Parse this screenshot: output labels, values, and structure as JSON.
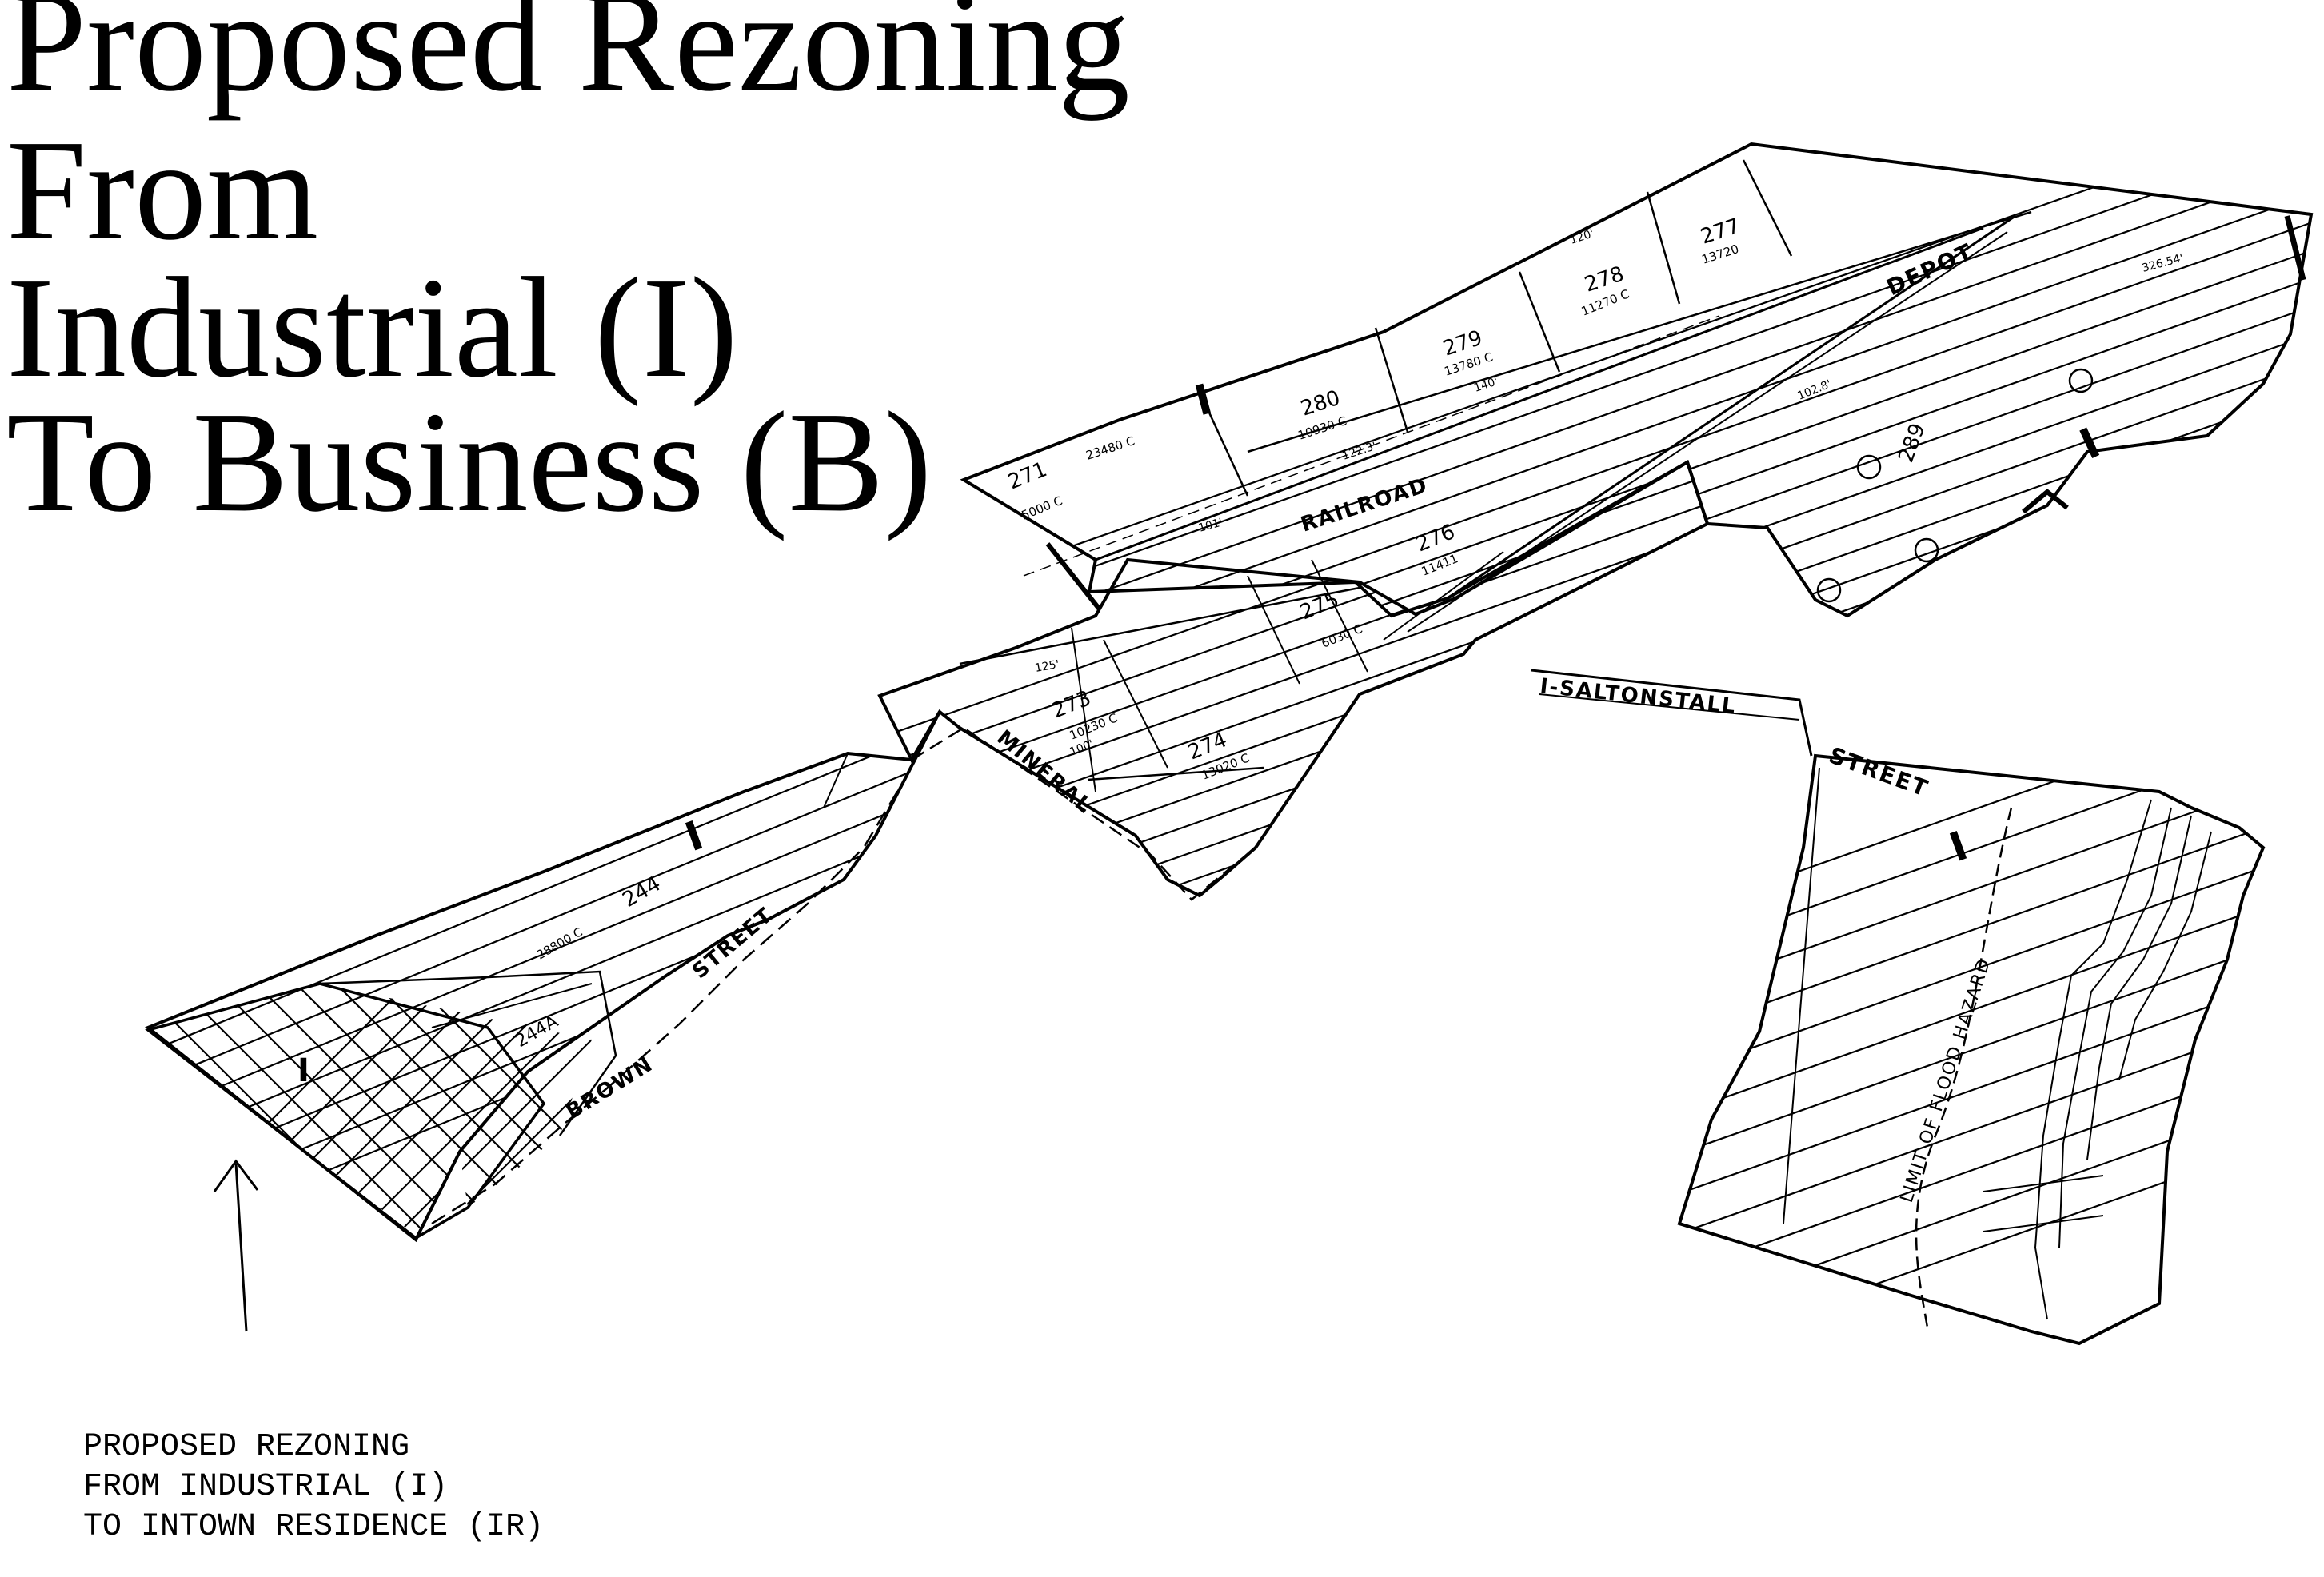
{
  "title": {
    "line1": "Proposed Rezoning",
    "line2": "From",
    "line3": "Industrial (I)",
    "line4": "To Business (B)"
  },
  "note": {
    "line1": "PROPOSED REZONING",
    "line2": "FROM INDUSTRIAL (I)",
    "line3": "TO INTOWN RESIDENCE (IR)"
  },
  "map": {
    "street_labels": {
      "railroad": "RAILROAD",
      "depot": "DEPOT",
      "saltonstall": "I-SALTONSTALL",
      "street_saltonstall": "STREET",
      "mineral": "MINERAL",
      "brown": "BROWN",
      "brown_street": "STREET",
      "flood": "LIMIT OF FLOOD HAZARD"
    },
    "zone_labels": {
      "industrial": "I"
    },
    "parcels": {
      "p271": "271",
      "p280": "280",
      "p279": "279",
      "p278": "278",
      "p277": "277",
      "p276": "276",
      "p275": "275",
      "p274": "274",
      "p273": "273",
      "p244": "244",
      "p244a": "244A",
      "p289": "289"
    },
    "parcel_areas": {
      "p271": "5000 C",
      "p280": "10930 C",
      "p279": "13780 C",
      "p278": "11270 C",
      "p277": "13720",
      "p276": "11411",
      "p275": "6030 C",
      "p274": "13020 C",
      "p273": "10230 C",
      "p244": "28800 C",
      "p271b": "23480 C"
    },
    "dimensions": {
      "d1": "125'",
      "d2": "120'",
      "d3": "140'",
      "d4": "122.3'",
      "d5": "102.8'",
      "d6": "326.54'",
      "d7": "100'",
      "d8": "101'"
    }
  }
}
